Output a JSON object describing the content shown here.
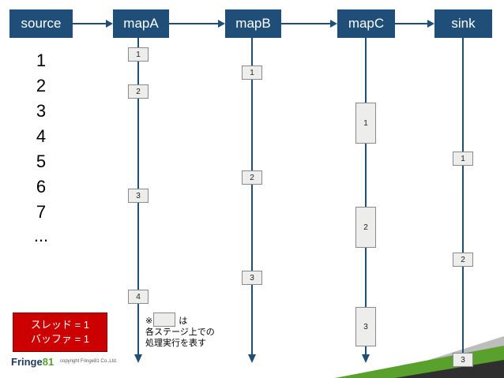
{
  "stages": [
    {
      "id": "source",
      "label": "source"
    },
    {
      "id": "mapA",
      "label": "mapA"
    },
    {
      "id": "mapB",
      "label": "mapB"
    },
    {
      "id": "mapC",
      "label": "mapC"
    },
    {
      "id": "sink",
      "label": "sink"
    }
  ],
  "source_items": [
    "1",
    "2",
    "3",
    "4",
    "5",
    "6",
    "7",
    "..."
  ],
  "tasks": {
    "mapA": [
      "1",
      "2",
      "3",
      "4"
    ],
    "mapB": [
      "1",
      "2",
      "3"
    ],
    "mapC": [
      "1",
      "2",
      "3"
    ],
    "sink": [
      "1",
      "2",
      "3"
    ]
  },
  "legend": {
    "line1": "スレッド = 1",
    "line2": "バッファ = 1"
  },
  "note": {
    "prefix": "※",
    "suffix": "は",
    "line2": "各ステージ上での",
    "line3": "処理実行を表す"
  },
  "logo": {
    "word": "Fringe",
    "number": "81",
    "copyright": "copyright Fringe81 Co.,Ltd."
  },
  "colors": {
    "stage_fill": "#1f4e79",
    "legend_fill": "#cc0000",
    "task_fill": "#ededeb",
    "accent_green": "#5aa02c"
  }
}
